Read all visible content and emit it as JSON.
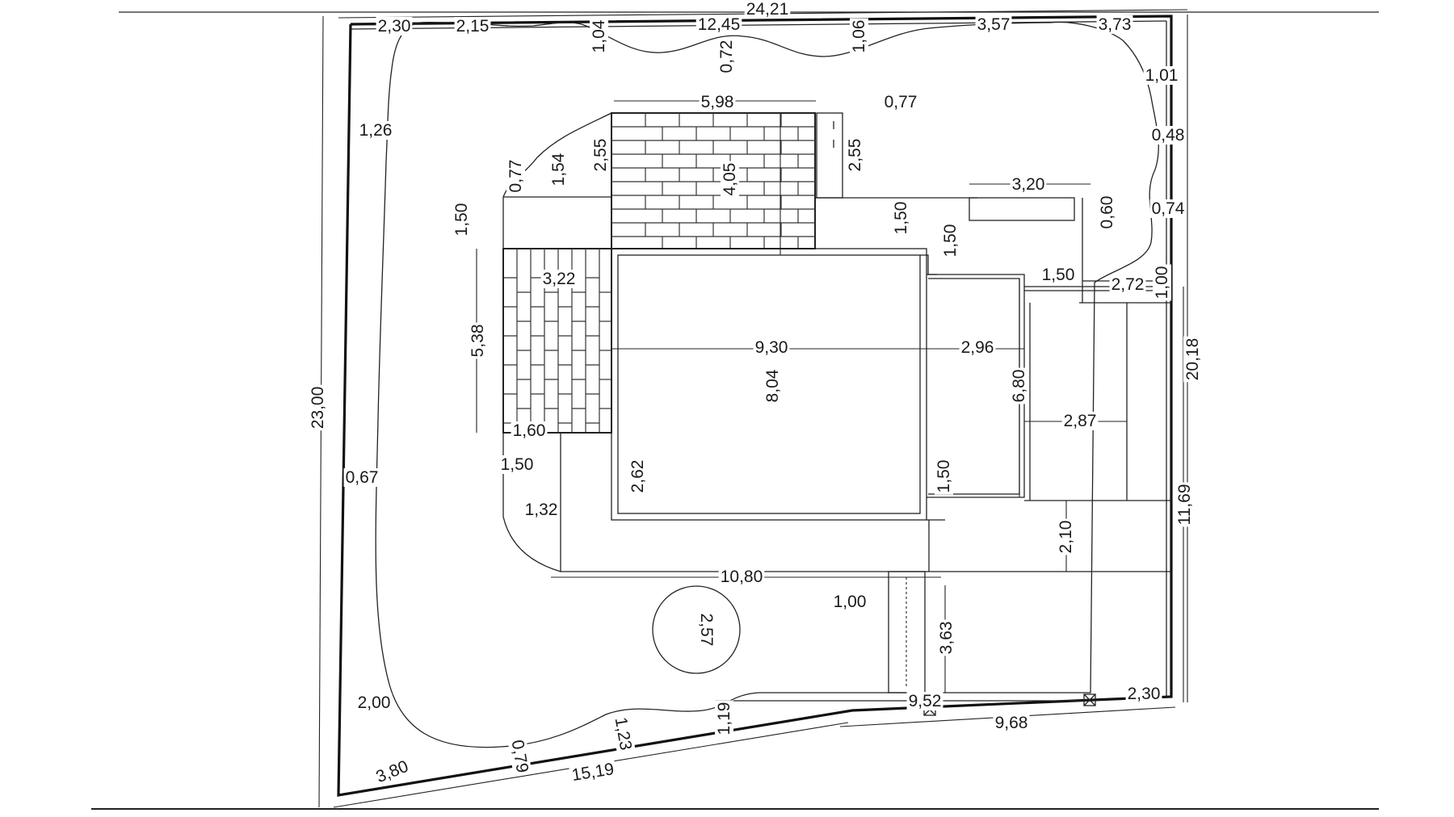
{
  "dimensions": {
    "top_total": "24,21",
    "top_segments": [
      "2,30",
      "2,15",
      "12,45",
      "3,57",
      "3,73"
    ],
    "top_offsets": [
      "1,04",
      "0,72",
      "1,06",
      "1,01",
      "0,48",
      "0,74"
    ],
    "left_total": "23,00",
    "left_offsets": [
      "1,26",
      "0,67",
      "2,00"
    ],
    "right_total": "20,18",
    "right_lower": "11,69",
    "right_small": "1,00",
    "terrace_upper_width": "5,98",
    "terrace_upper_side": "0,77",
    "terrace_upper_height": "2,55",
    "terrace_upper_inner": "4,05",
    "terrace_upper_right": "2,55",
    "path_left_small": "0,77",
    "path_left_diag": "1,54",
    "path_left_150": "1,50",
    "paving_left_width": "3,22",
    "paving_left_height": "5,38",
    "paving_left_bottom": "1,60",
    "house_width": "9,30",
    "house_depth": "8,04",
    "house_side": "2,62",
    "wing_width": "2,96",
    "wing_top": "1,50",
    "wing_top2": "1,50",
    "wing_bottom": "1,50",
    "wing_depth": "6,80",
    "garage_width": "2,87",
    "garage_top": "1,50",
    "garage_top_width": "3,20",
    "garage_top_small": "0,60",
    "garage_gate": "2,72",
    "walk_left": "1,50",
    "walk_corner": "1,32",
    "front_width": "10,80",
    "front_depth": "2,10",
    "tree_diameter": "2,57",
    "drive_width": "1,00",
    "drive_depth": "3,63",
    "front_fence": "9,52",
    "front_right": "2,30",
    "bottom_right": "9,68",
    "bottom_left": "15,19",
    "bottom_small": "1,19",
    "bottom_offset": "1,23",
    "bottom_offset2": "0,79",
    "bottom_corner": "3,80"
  }
}
